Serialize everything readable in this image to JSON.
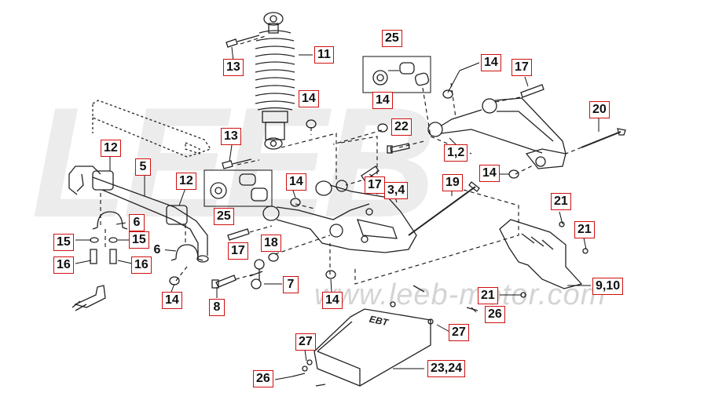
{
  "watermark": {
    "brand_mark": "LEEB",
    "site": "www.leeb-motor.com"
  },
  "plate_marking": "EBT",
  "callouts": {
    "c25_top": "25",
    "c11": "11",
    "c13_top": "13",
    "c14_spring": "14",
    "c14_top_right": "14",
    "c17_top_right": "17",
    "c14_mid": "14",
    "c22": "22",
    "c12_left": "12",
    "c5": "5",
    "c13_mid": "13",
    "c12_mid": "12",
    "c14_arm": "14",
    "c17_mid": "17",
    "c34": "3,4",
    "c19": "19",
    "c12_arm": "1,2",
    "c20": "20",
    "c14_right": "14",
    "c21_a": "21",
    "c21_b": "21",
    "c6_left": "6",
    "c15_a": "15",
    "c15_b": "15",
    "c16_a": "16",
    "c16_b": "16",
    "c25_mid": "25",
    "c17_low": "17",
    "c18": "18",
    "c6_mid": "6",
    "c7": "7",
    "c14_bl": "14",
    "c8": "8",
    "c14_bm": "14",
    "c21_c": "21",
    "c910": "9,10",
    "c26_r": "26",
    "c27_r": "27",
    "c27_l": "27",
    "c2324": "23,24",
    "c26_l": "26"
  }
}
